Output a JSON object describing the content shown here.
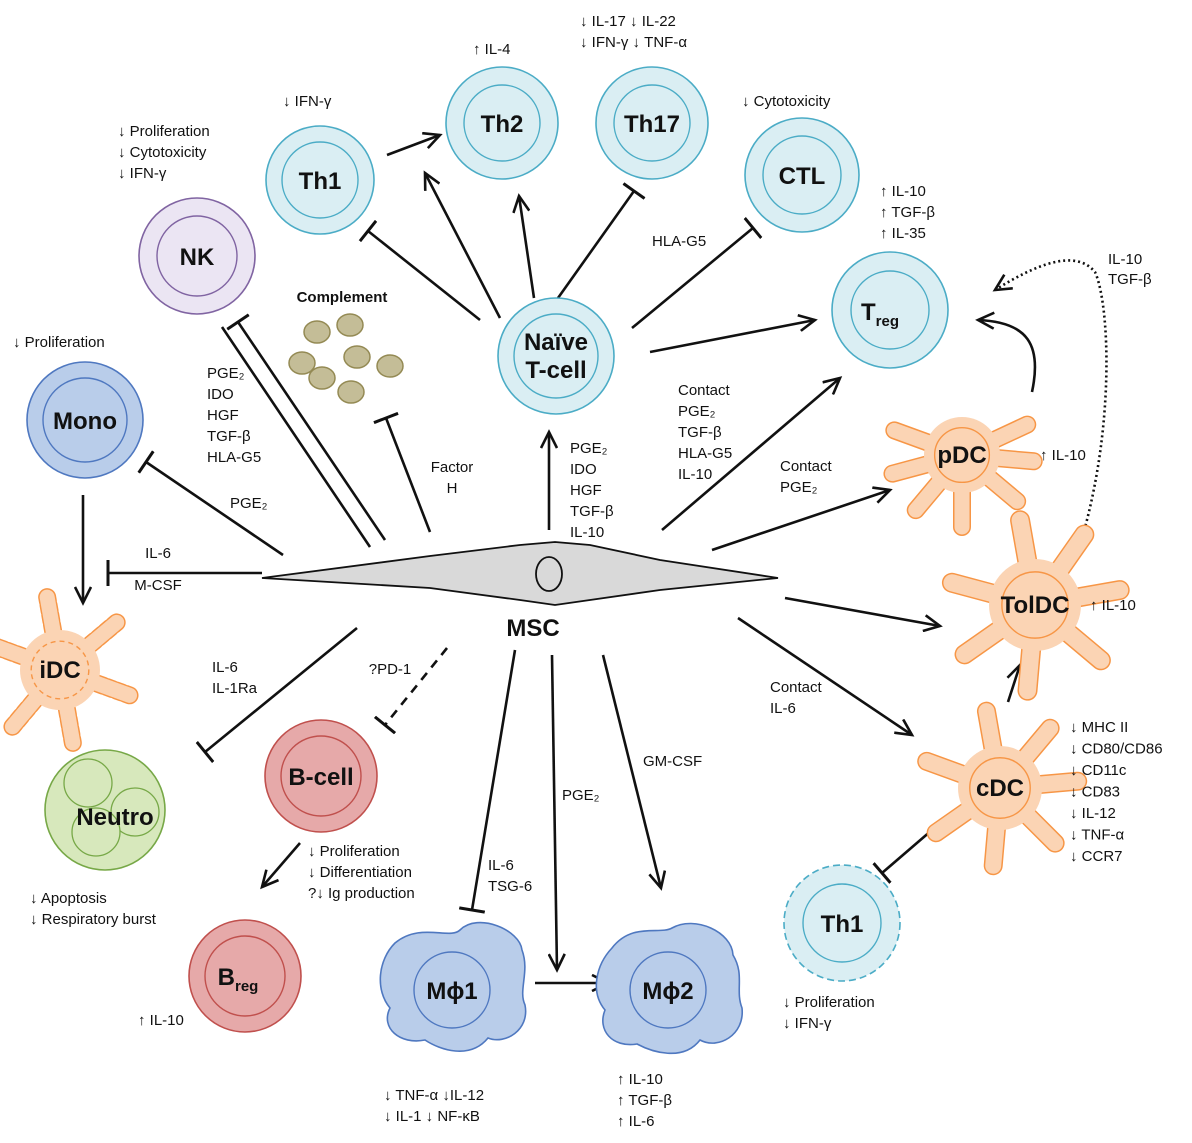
{
  "cells": {
    "th1_top": "Th1",
    "th2": "Th2",
    "th17": "Th17",
    "ctl": "CTL",
    "nk": "NK",
    "treg": "T",
    "treg_sub": "reg",
    "naive_1": "Naïve",
    "naive_2": "T-cell",
    "mono": "Mono",
    "pdc": "pDC",
    "idc": "iDC",
    "toldc": "TolDC",
    "bcell": "B-cell",
    "neutro": "Neutro",
    "cdc": "cDC",
    "breg": "B",
    "breg_sub": "reg",
    "mphi1": "Mϕ1",
    "mphi2": "Mϕ2",
    "th1_bottom": "Th1",
    "msc": "MSC",
    "complement": "Complement"
  },
  "labels": {
    "th2_eff": [
      "↑ IL-4"
    ],
    "th17_eff": [
      "↓ IL-17  ↓ IL-22",
      "↓ IFN-γ  ↓ TNF-α"
    ],
    "th1_eff": [
      "↓ IFN-γ"
    ],
    "ctl_eff": [
      "↓ Cytotoxicity"
    ],
    "nk_eff": [
      "↓ Proliferation",
      "↓ Cytotoxicity",
      "↓ IFN-γ"
    ],
    "treg_eff": [
      "↑ IL-10",
      "↑ TGF-β",
      "↑ IL-35"
    ],
    "pdc_treg": [
      "IL-10",
      "TGF-β"
    ],
    "mono_eff": [
      "↓ Proliferation"
    ],
    "hla_g5": [
      "HLA-G5"
    ],
    "nk_factors": [
      "PGE₂",
      "IDO",
      "HGF",
      "TGF-β",
      "HLA-G5"
    ],
    "factor_h": [
      "Factor",
      "H"
    ],
    "naive_factors": [
      "PGE₂",
      "IDO",
      "HGF",
      "TGF-β",
      "IL-10"
    ],
    "treg_factors": [
      "Contact",
      "PGE₂",
      "TGF-β",
      "HLA-G5",
      "IL-10"
    ],
    "pdc_factors": [
      "Contact",
      "PGE₂"
    ],
    "pdc_eff": [
      "↑ IL-10"
    ],
    "mono_factor": [
      "PGE₂"
    ],
    "idc_factors": [
      "IL-6",
      "M-CSF"
    ],
    "toldc_eff": [
      "↑ IL-10"
    ],
    "neutro_factors": [
      "IL-6",
      "IL-1Ra"
    ],
    "pd1": [
      "?PD-1"
    ],
    "cdc_factors": [
      "Contact",
      "IL-6"
    ],
    "cdc_eff": [
      "↓ MHC II",
      "↓ CD80/CD86",
      "↓ CD11c",
      "↓ CD83",
      "↓ IL-12",
      "↓ TNF-α",
      "↓ CCR7"
    ],
    "gmcsf": [
      "GM-CSF"
    ],
    "mphi2_factor": [
      "PGE₂"
    ],
    "bcell_eff": [
      "↓ Proliferation",
      "↓ Differentiation",
      "?↓ Ig production"
    ],
    "mphi1_factors": [
      "IL-6",
      "TSG-6"
    ],
    "neutro_eff": [
      "↓ Apoptosis",
      "↓ Respiratory burst"
    ],
    "breg_eff": [
      "↑ IL-10"
    ],
    "th1b_eff": [
      "↓ Proliferation",
      "↓ IFN-γ"
    ],
    "mphi1_eff": [
      "↓ TNF-α  ↓IL-12",
      "↓ IL-1   ↓ NF-κB"
    ],
    "mphi2_eff": [
      "↑ IL-10",
      "↑ TGF-β",
      "↑ IL-6"
    ]
  },
  "colors": {
    "tcell_fill": "#daeef3",
    "tcell_stroke": "#4bacc6",
    "nk_fill": "#ebe5f3",
    "nk_stroke": "#8064a2",
    "blue_fill": "#b9cdea",
    "blue_stroke": "#4f78c0",
    "red_fill": "#e6a9a9",
    "red_stroke": "#c0504d",
    "green_fill": "#d7e8bc",
    "green_stroke": "#77a847",
    "dc_fill": "#fbd4b4",
    "dc_stroke": "#f79646",
    "complement_fill": "#c4bd97",
    "complement_stroke": "#948a54",
    "msc_fill": "#d9d9d9",
    "line": "#111111"
  }
}
